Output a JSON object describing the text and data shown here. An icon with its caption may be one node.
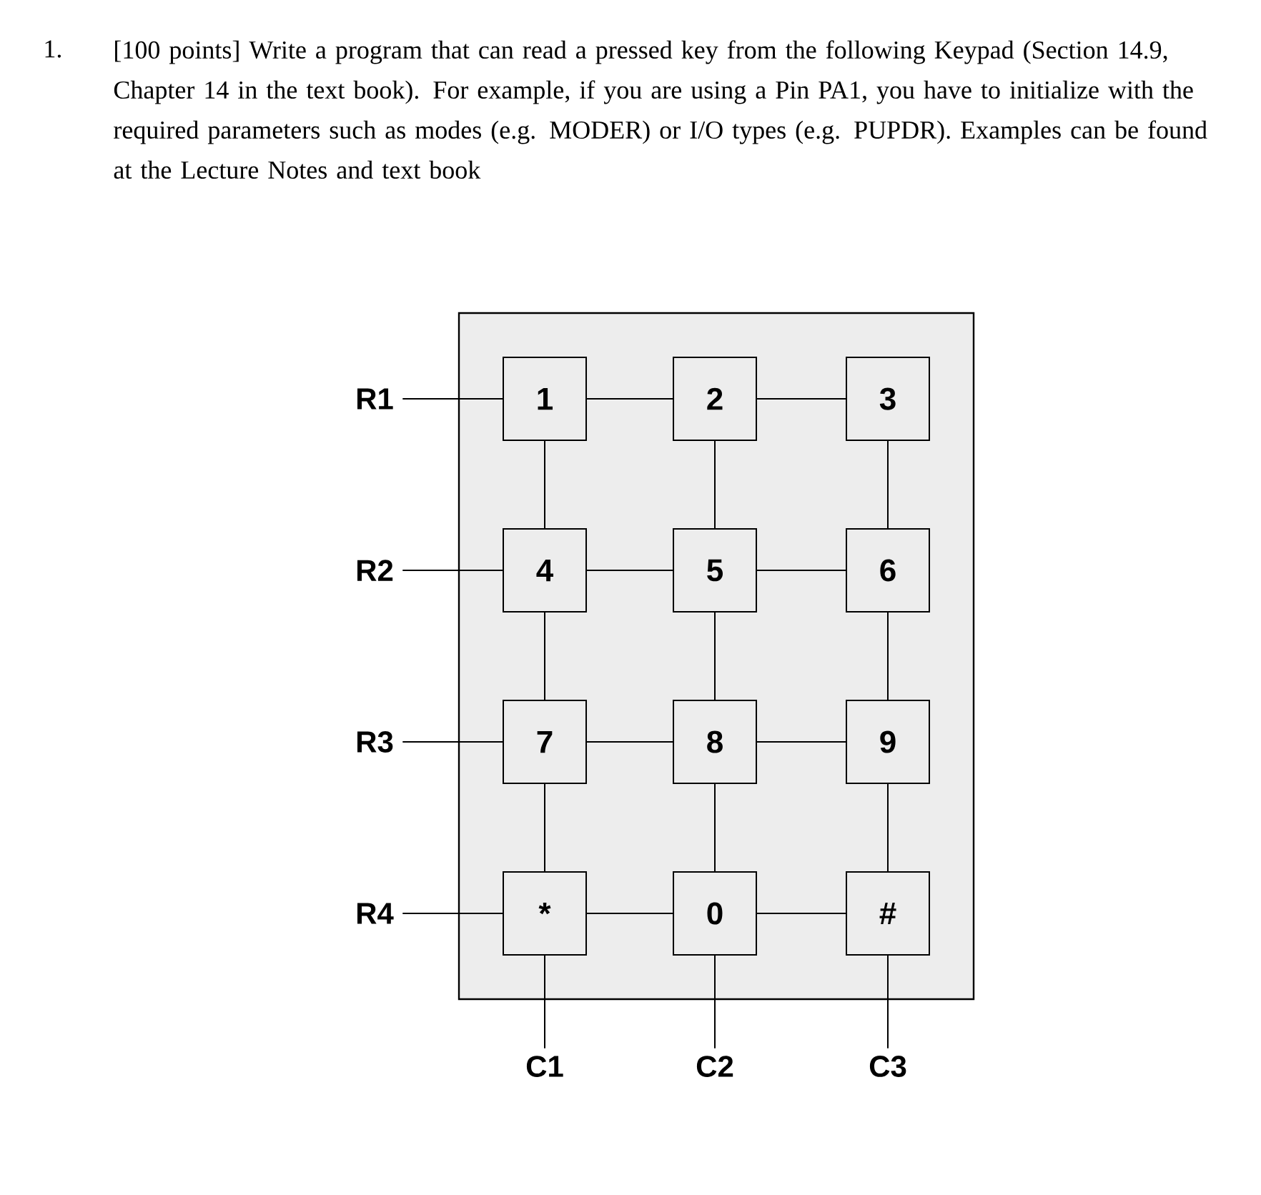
{
  "diagram": {
    "nodes": [
      {
        "text": [],
        "shape": "box"
      },
      {
        "text": [
          "1"
        ],
        "in": 0
      },
      {
        "text": [
          "2"
        ],
        "in": 0
      },
      {
        "text": [
          "3"
        ],
        "in": 0
      },
      {
        "text": [
          "4"
        ],
        "in": 0
      },
      {
        "text": [
          "5"
        ],
        "in": 0
      },
      {
        "text": [
          "6"
        ],
        "in": 0
      },
      {
        "text": [
          "7"
        ],
        "in": 0
      },
      {
        "text": [
          "8"
        ],
        "in": 0
      },
      {
        "text": [
          "9"
        ],
        "in": 0
      },
      {
        "text": [
          "*"
        ],
        "in": 0
      },
      {
        "text": [
          "0"
        ],
        "in": 0
      },
      {
        "text": [
          "#"
        ],
        "in": 0
      },
      {
        "text": [
          "R1"
        ]
      },
      {
        "text": [
          "R2"
        ]
      },
      {
        "text": [
          "R3"
        ]
      },
      {
        "text": [
          "R4"
        ]
      },
      {
        "text": [
          "C1"
        ]
      },
      {
        "text": [
          "C2"
        ]
      },
      {
        "text": [
          "C3"
        ]
      }
    ],
    "edges": [
      {
        "from": 13,
        "to": 1,
        "arrow": "none"
      },
      {
        "from": 1,
        "to": 2,
        "arrow": "none"
      },
      {
        "from": 2,
        "to": 3,
        "arrow": "none"
      },
      {
        "from": 14,
        "to": 4,
        "arrow": "none"
      },
      {
        "from": 4,
        "to": 5,
        "arrow": "none"
      },
      {
        "from": 5,
        "to": 6,
        "arrow": "none"
      },
      {
        "from": 15,
        "to": 7,
        "arrow": "none"
      },
      {
        "from": 7,
        "to": 8,
        "arrow": "none"
      },
      {
        "from": 8,
        "to": 9,
        "arrow": "none"
      },
      {
        "from": 16,
        "to": 10,
        "arrow": "none"
      },
      {
        "from": 10,
        "to": 11,
        "arrow": "none"
      },
      {
        "from": 11,
        "to": 12,
        "arrow": "none"
      },
      {
        "from": 1,
        "to": 4,
        "arrow": "none"
      },
      {
        "from": 4,
        "to": 7,
        "arrow": "none"
      },
      {
        "from": 7,
        "to": 10,
        "arrow": "none"
      },
      {
        "from": 10,
        "to": 17,
        "arrow": "none"
      },
      {
        "from": 2,
        "to": 5,
        "arrow": "none"
      },
      {
        "from": 5,
        "to": 8,
        "arrow": "none"
      },
      {
        "from": 8,
        "to": 11,
        "arrow": "none"
      },
      {
        "from": 11,
        "to": 18,
        "arrow": "none"
      },
      {
        "from": 3,
        "to": 6,
        "arrow": "none"
      },
      {
        "from": 6,
        "to": 9,
        "arrow": "none"
      },
      {
        "from": 9,
        "to": 12,
        "arrow": "none"
      },
      {
        "from": 12,
        "to": 19,
        "arrow": "none"
      }
    ],
    "labels": [
      "1.",
      "[100 points] Write a program that can read a pressed key from the following Keypad (Section 14.9, Chapter 14 in the text book). For example, if you are using a Pin PA1, you have to initialize with the required parameters such as modes (e.g. MODER) or I/O types (e.g. PUPDR). Examples can be found at the Lecture Notes and text book"
    ]
  }
}
